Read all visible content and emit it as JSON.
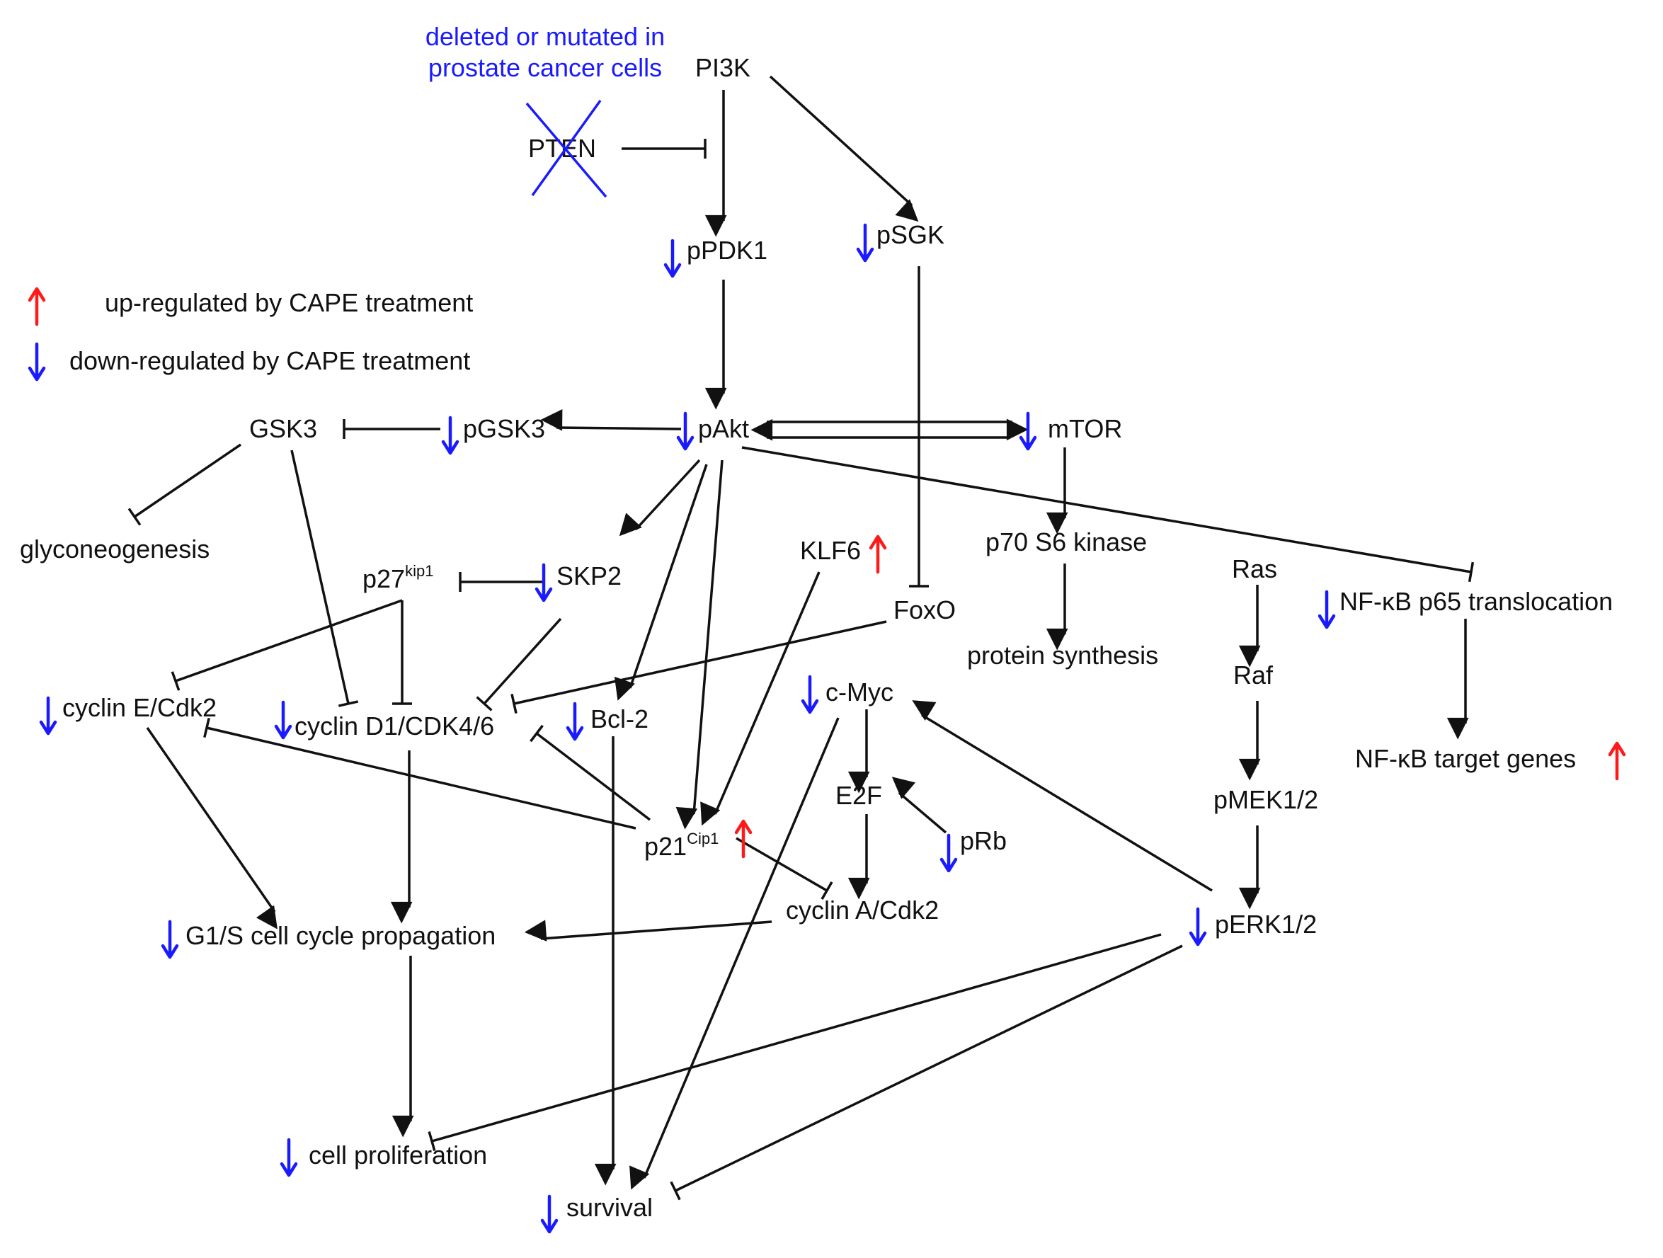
{
  "colors": {
    "down": "#1a1aff",
    "up": "#ff1a1a",
    "line": "#111111",
    "note": "#1a1aff"
  },
  "note": {
    "line1": "deleted or mutated in",
    "line2": "prostate cancer cells"
  },
  "legend": {
    "up": {
      "label": "up-regulated by CAPE treatment",
      "icon": "red-up-arrow-icon"
    },
    "down": {
      "label": "down-regulated by CAPE treatment",
      "icon": "blue-down-arrow-icon"
    }
  },
  "nodes": {
    "pi3k": "PI3K",
    "pten": "PTEN",
    "ppdk1": "pPDK1",
    "psgk": "pSGK",
    "pakt": "pAkt",
    "pgsk3": "pGSK3",
    "gsk3": "GSK3",
    "mtor": "mTOR",
    "glyconeogenesis": "glyconeogenesis",
    "p27": {
      "base": "p27",
      "sup": "kip1"
    },
    "skp2": "SKP2",
    "klf6": "KLF6",
    "foxo": "FoxO",
    "p70s6k": "p70 S6 kinase",
    "protein_synthesis": "protein synthesis",
    "ras": "Ras",
    "raf": "Raf",
    "pmek": "pMEK1/2",
    "perk": "pERK1/2",
    "nfkb_p65": "NF-κB p65 translocation",
    "nfkb_targets": "NF-κB target genes",
    "cyclinE": "cyclin E/Cdk2",
    "cyclinD1": "cyclin D1/CDK4/6",
    "bcl2": "Bcl-2",
    "cmyc": "c-Myc",
    "e2f": "E2F",
    "prb": "pRb",
    "p21": {
      "base": "p21",
      "sup": "Cip1"
    },
    "cyclinA": "cyclin A/Cdk2",
    "g1s": "G1/S cell cycle propagation",
    "cell_proliferation": "cell proliferation",
    "survival": "survival"
  }
}
